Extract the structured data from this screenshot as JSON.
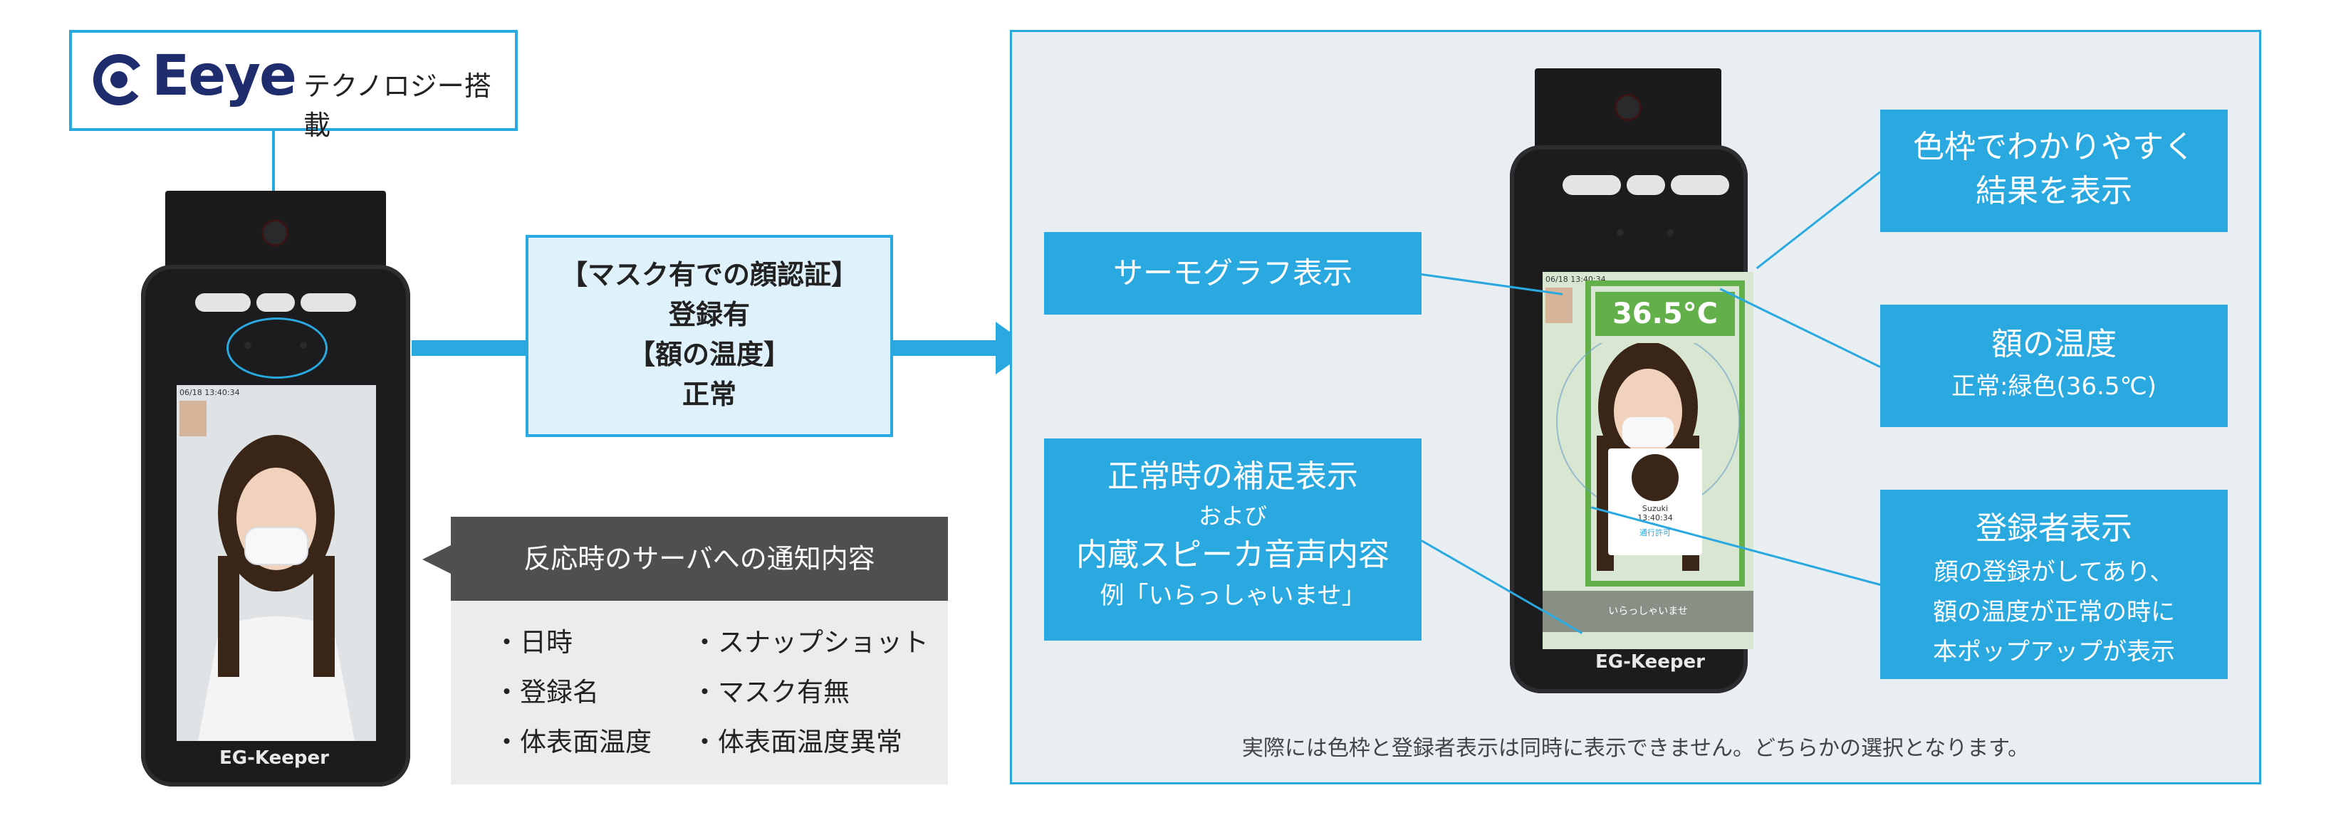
{
  "eeye": {
    "wordmark": "Eeye",
    "tagline": "テクノロジー搭載"
  },
  "left_device": {
    "timestamp": "06/18 13:40:34",
    "brand": "EG-Keeper"
  },
  "mask_box": {
    "lines": [
      "【マスク有での顔認証】",
      "登録有",
      "【額の温度】",
      "正常"
    ]
  },
  "notification": {
    "title": "反応時のサーバへの通知内容",
    "items": [
      "・日時",
      "・スナップショット",
      "・登録名",
      "・マスク有無",
      "・体表面温度",
      "・体表面温度異常"
    ]
  },
  "right_device": {
    "timestamp": "06/18 13:40:34",
    "temperature": "36.5°C",
    "popup_name": "Suzuki",
    "popup_time": "13:40:34",
    "popup_status": "通行許可",
    "greeting": "いらっしゃいませ",
    "brand": "EG-Keeper"
  },
  "labels": {
    "thermograph": "サーモグラフ表示",
    "color_frame_line1": "色枠でわかりやすく",
    "color_frame_line2": "結果を表示",
    "forehead_title": "額の温度",
    "forehead_sub": "正常:緑色(36.5℃)",
    "registrant_title": "登録者表示",
    "registrant_line1": "顔の登録がしてあり、",
    "registrant_line2": "額の温度が正常の時に",
    "registrant_line3": "本ポップアップが表示",
    "normal_title": "正常時の補足表示",
    "normal_and": "および",
    "normal_speaker": "内蔵スピーカ音声内容",
    "normal_example": "例「いらっしゃいませ」"
  },
  "footnote": "実際には色枠と登録者表示は同時に表示できません。どちらかの選択となります。",
  "colors": {
    "accent": "#29a9e0",
    "dark_header": "#4f4f4f",
    "temp_green": "#63b04a"
  }
}
